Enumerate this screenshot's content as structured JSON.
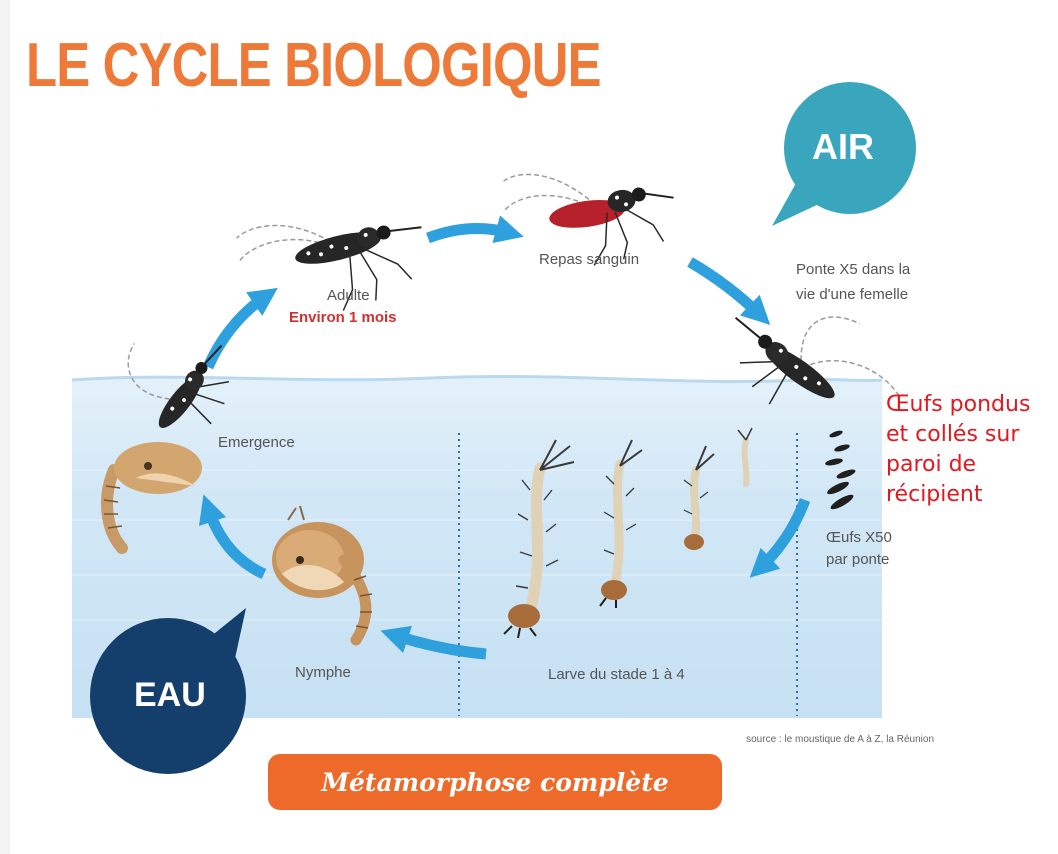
{
  "title": "LE CYCLE BIOLOGIQUE",
  "bubbles": {
    "air": "AIR",
    "eau": "EAU"
  },
  "stages": {
    "adulte": "Adulte",
    "adulte_duree": "Environ 1 mois",
    "repas": "Repas sanguin",
    "ponte_line1": "Ponte X5 dans la",
    "ponte_line2": "vie d'une femelle",
    "emergence": "Emergence",
    "oeufs_line1": "Œufs X50",
    "oeufs_line2": "par ponte",
    "larve": "Larve du stade 1 à 4",
    "nymphe": "Nymphe"
  },
  "annotation": [
    "Œufs pondus",
    "et collés sur",
    "paroi de",
    "récipient"
  ],
  "source": "source : le moustique de A à Z, la Réunion",
  "banner": "Métamorphose complète",
  "colors": {
    "title": "#ee7a3a",
    "air_bubble": "#3aa6bd",
    "eau_bubble": "#143f6d",
    "arrow": "#2ea0dd",
    "water": "#cfe5f4",
    "banner": "#ee6a2a",
    "annotation": "#e3181e",
    "duration": "#d0302e"
  }
}
